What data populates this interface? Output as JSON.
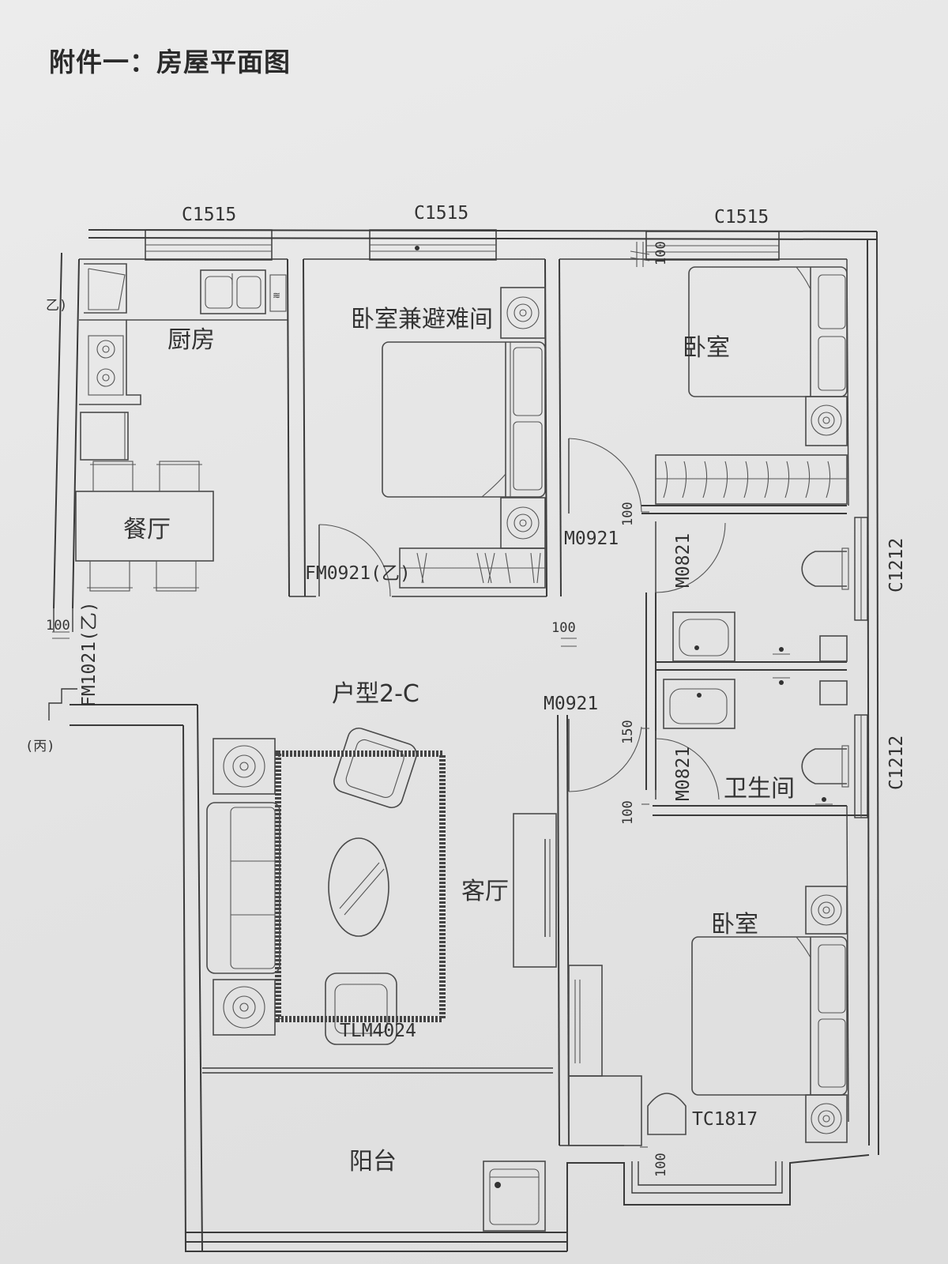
{
  "title": "附件一：房屋平面图",
  "unit_type": "户型2-C",
  "rooms": {
    "kitchen": "厨房",
    "dining": "餐厅",
    "bedroom_refuge": "卧室兼避难间",
    "bedroom_ne": "卧室",
    "bedroom_se": "卧室",
    "bathroom": "卫生间",
    "living": "客厅",
    "balcony": "阳台"
  },
  "windows": {
    "w1": "C1515",
    "w2": "C1515",
    "w3": "C1515",
    "w4": "C1212",
    "w5": "C1212",
    "tc": "TC1817",
    "tlm": "TLM4024"
  },
  "doors": {
    "fm_entry": "FM1021(乙)",
    "fm_bed": "FM0921(乙)",
    "m_bed_ne": "M0921",
    "m_bed_se": "M0921",
    "m_bath1": "M0821",
    "m_bath2": "M0821"
  },
  "dims": {
    "d_entry": "100",
    "d_top": "100",
    "d_ne": "100",
    "d_center": "100",
    "d_bath": "150",
    "d_bath2": "100",
    "d_bottom": "100"
  },
  "markers": {
    "yi": "乙)",
    "bing": "(丙)"
  }
}
